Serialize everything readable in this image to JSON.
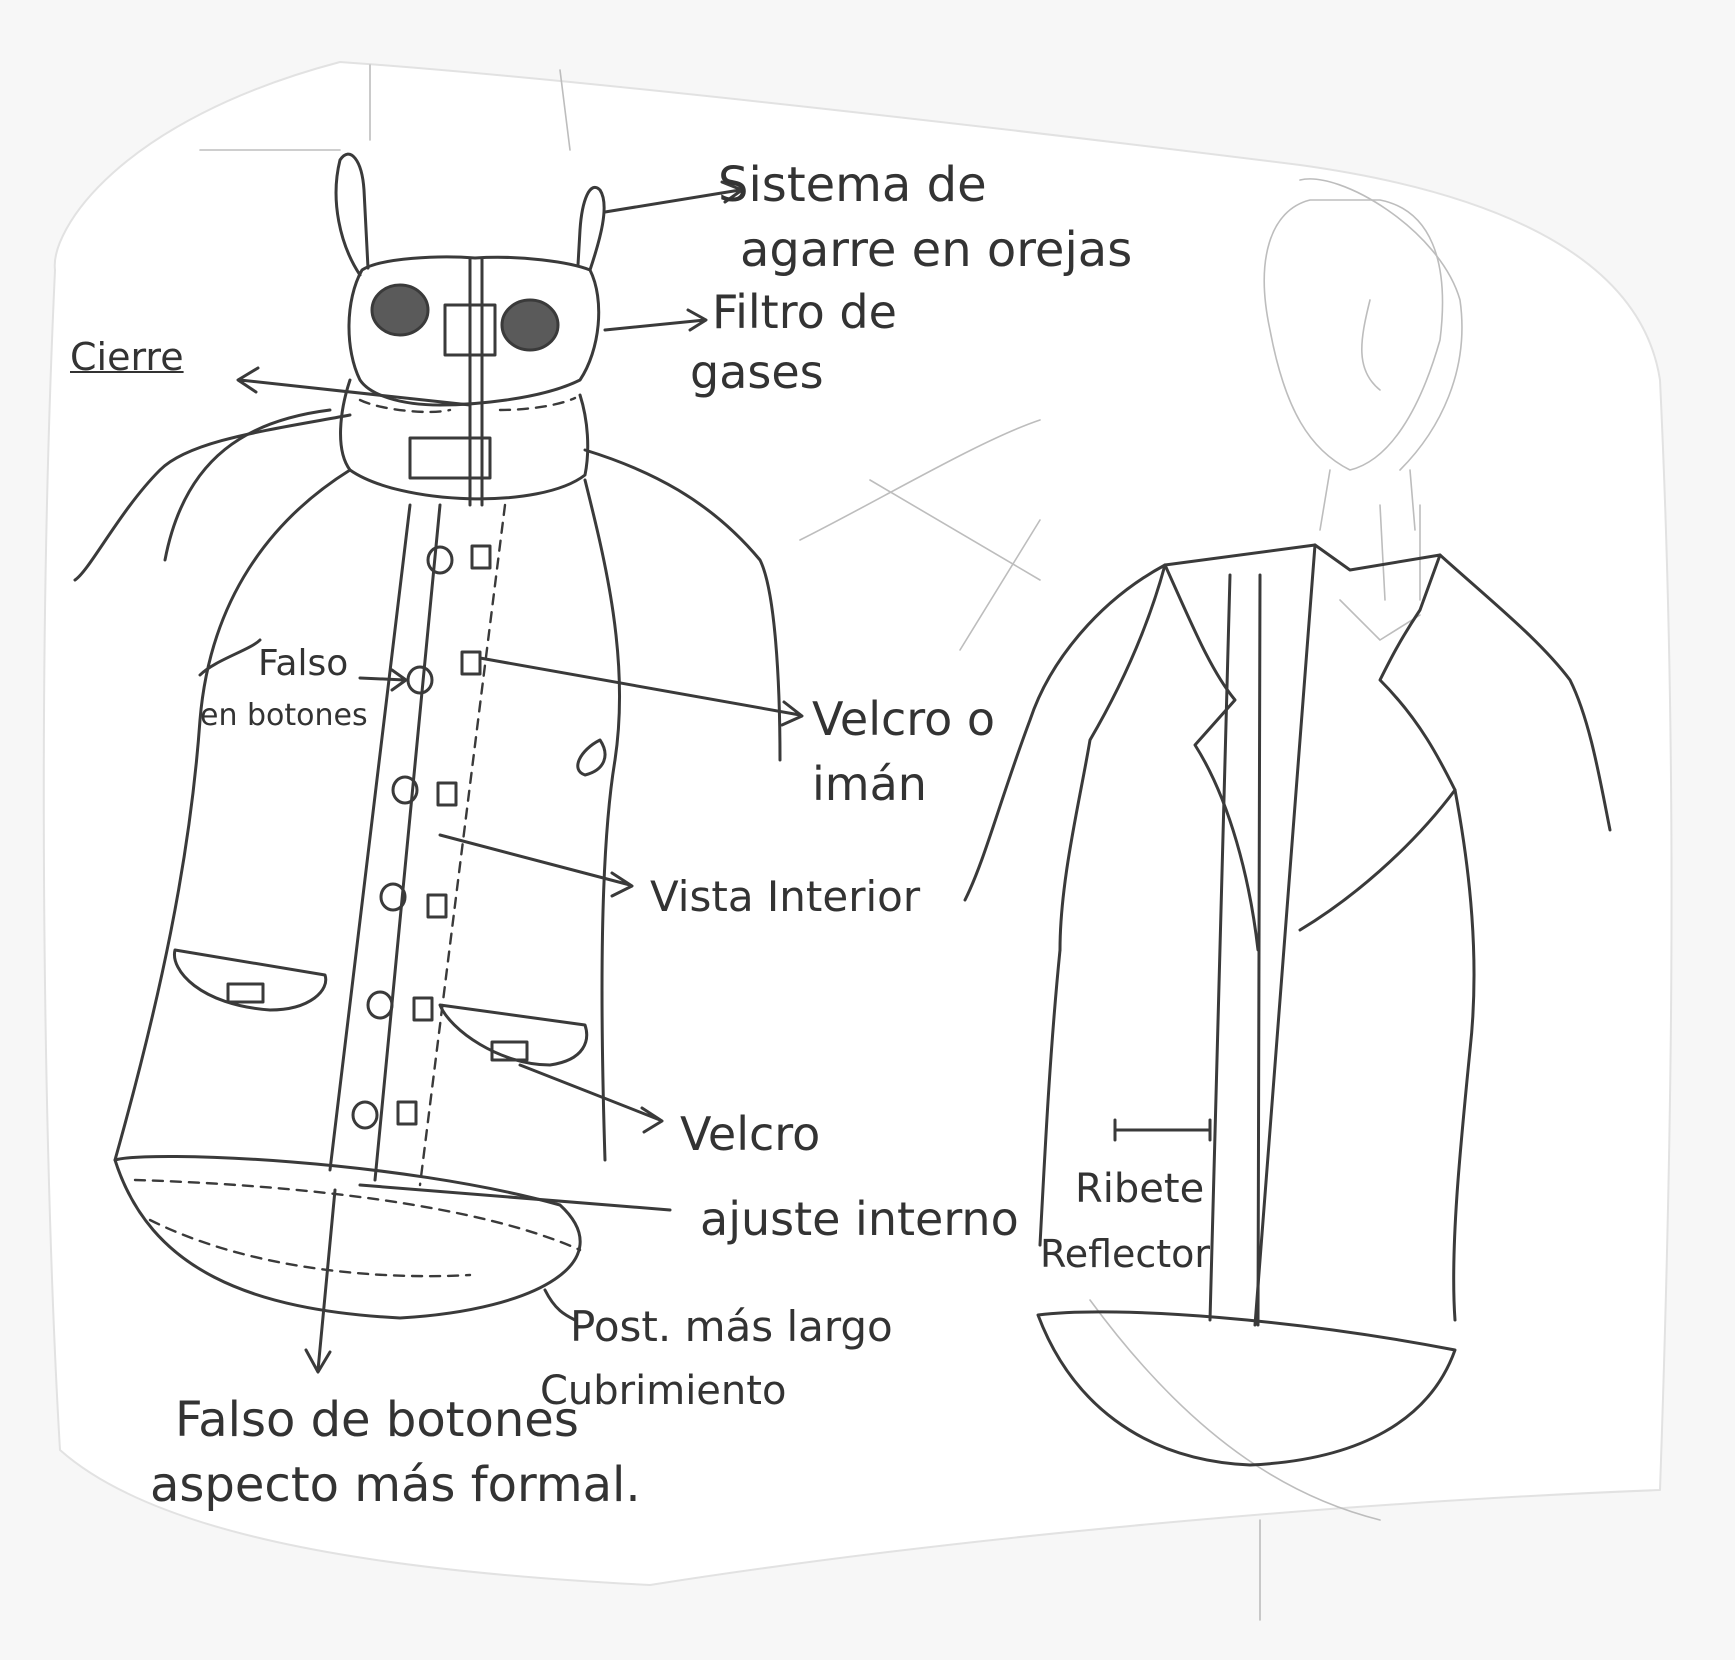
{
  "labels": {
    "cierre": "Cierre",
    "sistema_line1": "Sistema de",
    "sistema_line2": "agarre en orejas",
    "filtro_line1": "Filtro de",
    "filtro_line2": "gases",
    "falso_line1": "Falso",
    "falso_line2": "en botones",
    "velcro_iman_line1": "Velcro o",
    "velcro_iman_line2": "imán",
    "vista_interior": "Vista Interior",
    "velcro": "Velcro",
    "ajuste_interno": "ajuste interno",
    "post_line1": "Post. más largo",
    "post_line2": "Cubrimiento",
    "falso_formal_line1": "Falso de botones",
    "falso_formal_line2": "aspecto más formal.",
    "ribete_line1": "Ribete",
    "ribete_line2": "Reflector"
  }
}
